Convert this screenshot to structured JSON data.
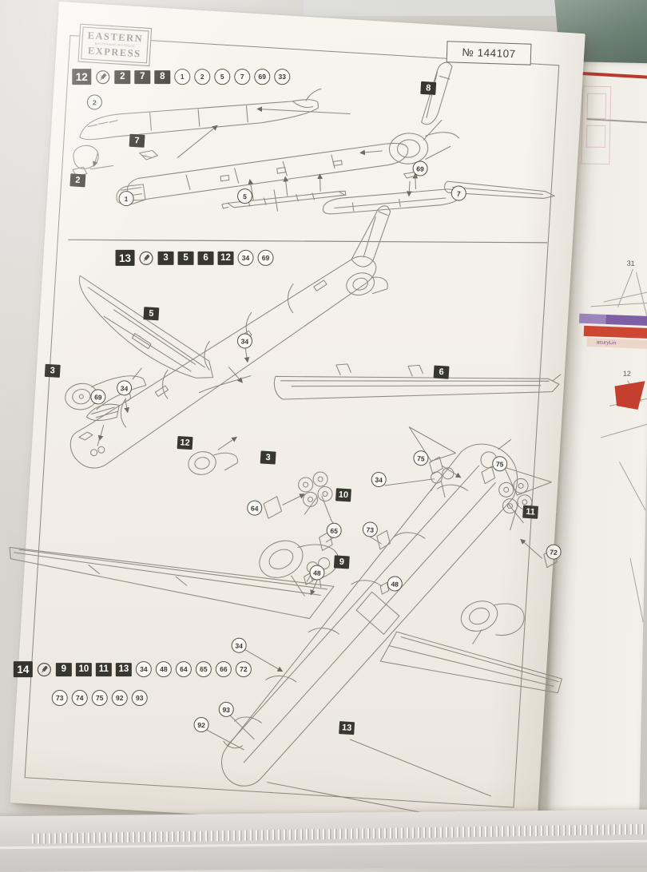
{
  "header": {
    "brand_top": "EASTERN",
    "brand_mid": "ВОСТОЧНЫЙ ЭКСПРЕСС",
    "brand_bottom": "EXPRESS",
    "kit_number": "№ 144107"
  },
  "steps": {
    "s12": {
      "num": "12",
      "boxes": [
        "2",
        "7",
        "8"
      ],
      "circles": [
        "1",
        "2",
        "5",
        "7",
        "69",
        "33"
      ]
    },
    "s13": {
      "num": "13",
      "boxes": [
        "3",
        "5",
        "6",
        "12"
      ],
      "circles": [
        "34",
        "69"
      ]
    },
    "s14": {
      "num": "14",
      "boxes": [
        "9",
        "10",
        "11",
        "13"
      ],
      "circles_row1": [
        "34",
        "48",
        "64",
        "65",
        "66",
        "72"
      ],
      "circles_row2": [
        "73",
        "74",
        "75",
        "92",
        "93"
      ]
    }
  },
  "d1": {
    "c2": "2",
    "b7": "7",
    "b2": "2",
    "c1": "1",
    "c5": "5",
    "b8": "8",
    "c69": "69",
    "c7": "7"
  },
  "d2": {
    "b5": "5",
    "b3a": "3",
    "c34a": "34",
    "c69": "69",
    "c34b": "34",
    "b6": "6",
    "b12": "12",
    "b3b": "3"
  },
  "d3": {
    "c75a": "75",
    "c75b": "75",
    "c34a": "34",
    "c64": "64",
    "b10": "10",
    "b11": "11",
    "c65": "65",
    "c73": "73",
    "c72": "72",
    "b9": "9",
    "c48a": "48",
    "c48b": "48",
    "c34b": "34",
    "c93": "93",
    "c92": "92",
    "b13": "13"
  },
  "under_sheet": {
    "label_31": "31",
    "label_12": "12",
    "livery_text": "asuryLin"
  },
  "colors": {
    "line_art": "#8e897f",
    "badge_black": "#38372f",
    "stripe_purple": "#7e5fa5",
    "stripe_red": "#cc4631"
  }
}
